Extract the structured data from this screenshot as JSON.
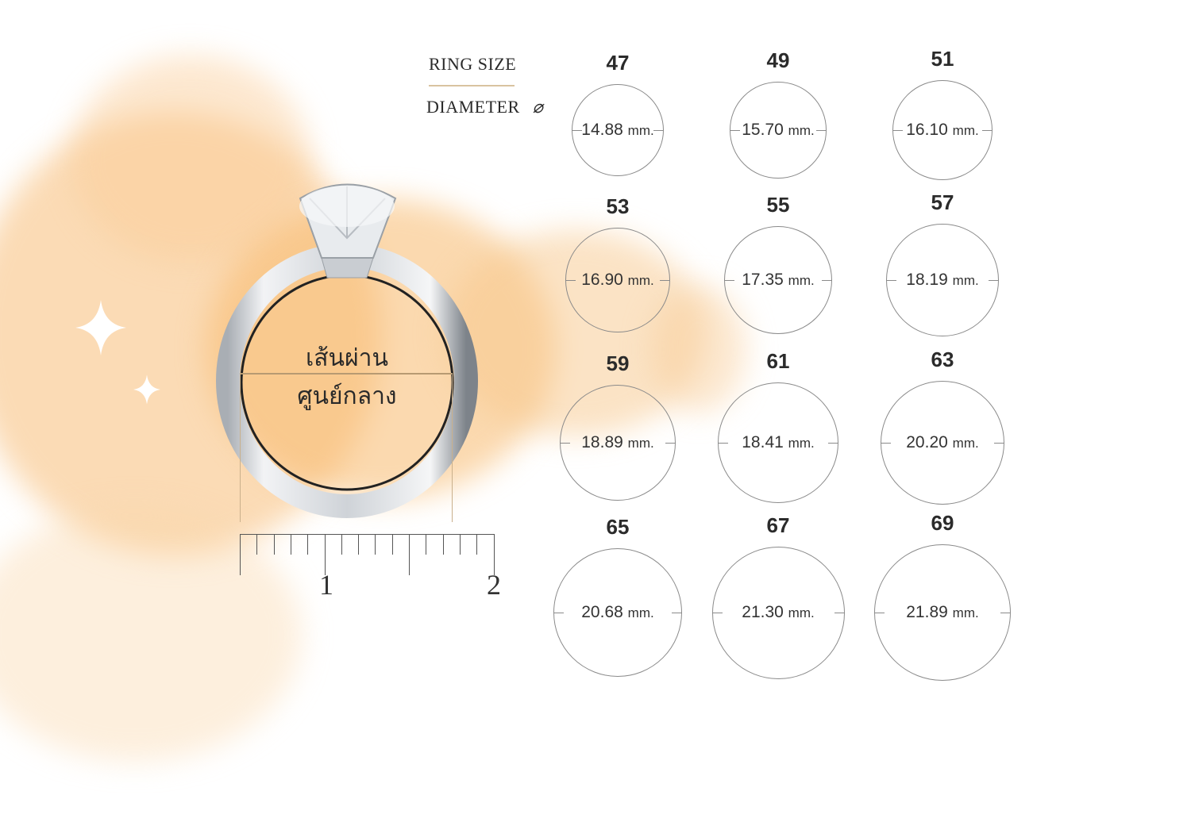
{
  "legend": {
    "ring_size_label": "RING SIZE",
    "diameter_label": "DIAMETER",
    "diameter_symbol": "⌀"
  },
  "diagram": {
    "line1": "เส้นผ่าน",
    "line2": "ศูนย์กลาง",
    "ruler_labels": [
      "1",
      "2"
    ]
  },
  "unit": "mm.",
  "sizes": [
    {
      "size": "47",
      "diameter": "14.88"
    },
    {
      "size": "49",
      "diameter": "15.70"
    },
    {
      "size": "51",
      "diameter": "16.10"
    },
    {
      "size": "53",
      "diameter": "16.90"
    },
    {
      "size": "55",
      "diameter": "17.35"
    },
    {
      "size": "57",
      "diameter": "18.19"
    },
    {
      "size": "59",
      "diameter": "18.89"
    },
    {
      "size": "61",
      "diameter": "18.41"
    },
    {
      "size": "63",
      "diameter": "20.20"
    },
    {
      "size": "65",
      "diameter": "20.68"
    },
    {
      "size": "67",
      "diameter": "21.30"
    },
    {
      "size": "69",
      "diameter": "21.89"
    }
  ],
  "colors": {
    "wash": "#f7c58a",
    "accent_line": "#d9c3a0",
    "circle": "#8a8a8a"
  }
}
